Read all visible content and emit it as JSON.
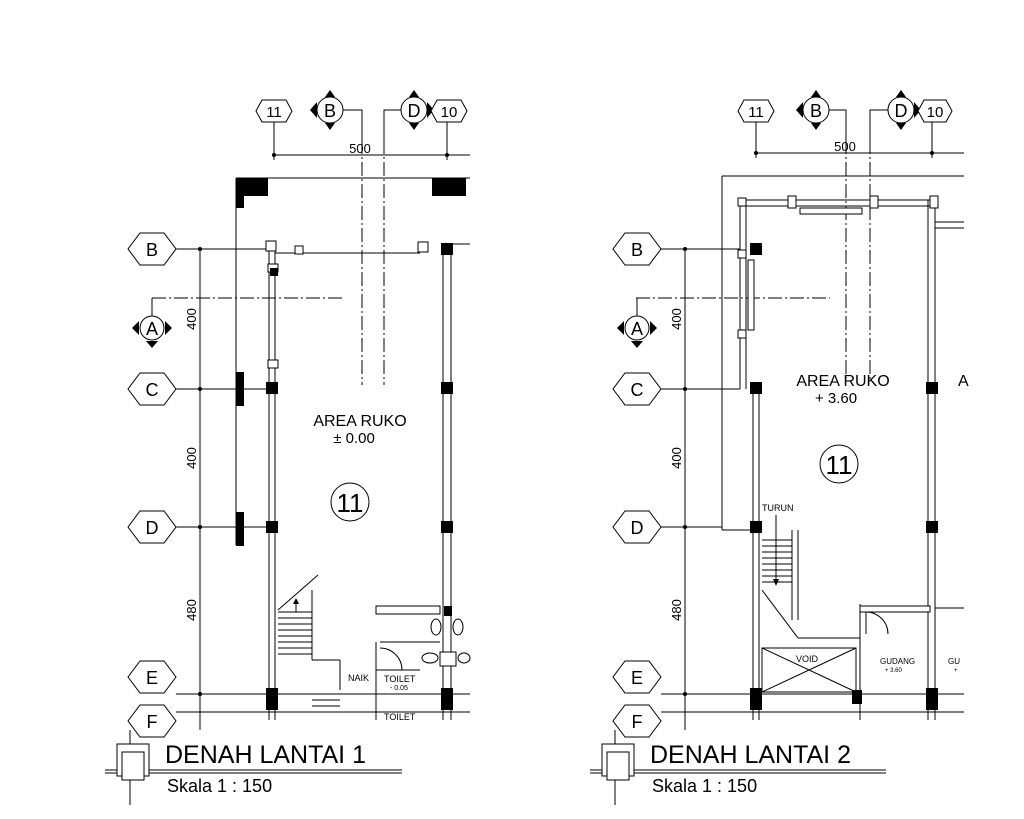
{
  "plans": [
    {
      "title": "DENAH LANTAI  1",
      "scale": "Skala 1 : 150",
      "area_label": "AREA RUKO",
      "elevation": "± 0.00",
      "unit_number": "11",
      "top_grid_labels": [
        "11",
        "B",
        "D",
        "10"
      ],
      "side_grid_labels": [
        "B",
        "A",
        "C",
        "D",
        "E",
        "F"
      ],
      "dim_horizontal": "500",
      "dim_vertical": [
        "400",
        "400",
        "480"
      ],
      "annotations": {
        "stair": "NAIK",
        "toilet_1": "TOILET",
        "toilet_1_level": "- 0.05",
        "toilet_2": "TOILET"
      }
    },
    {
      "title": "DENAH LANTAI  2",
      "scale": "Skala 1 : 150",
      "area_label": "AREA RUKO",
      "elevation": "+ 3.60",
      "unit_number": "11",
      "top_grid_labels": [
        "11",
        "B",
        "D",
        "10"
      ],
      "side_grid_labels": [
        "B",
        "A",
        "C",
        "D",
        "E",
        "F"
      ],
      "dim_horizontal": "500",
      "dim_vertical": [
        "400",
        "400",
        "480"
      ],
      "annotations": {
        "stair": "TURUN",
        "void": "VOID",
        "gudang": "GUDANG",
        "gudang_level": "+ 3.60",
        "gudang_cut": "GU",
        "gudang_cut_level": "+",
        "area_cut": "A"
      }
    }
  ]
}
